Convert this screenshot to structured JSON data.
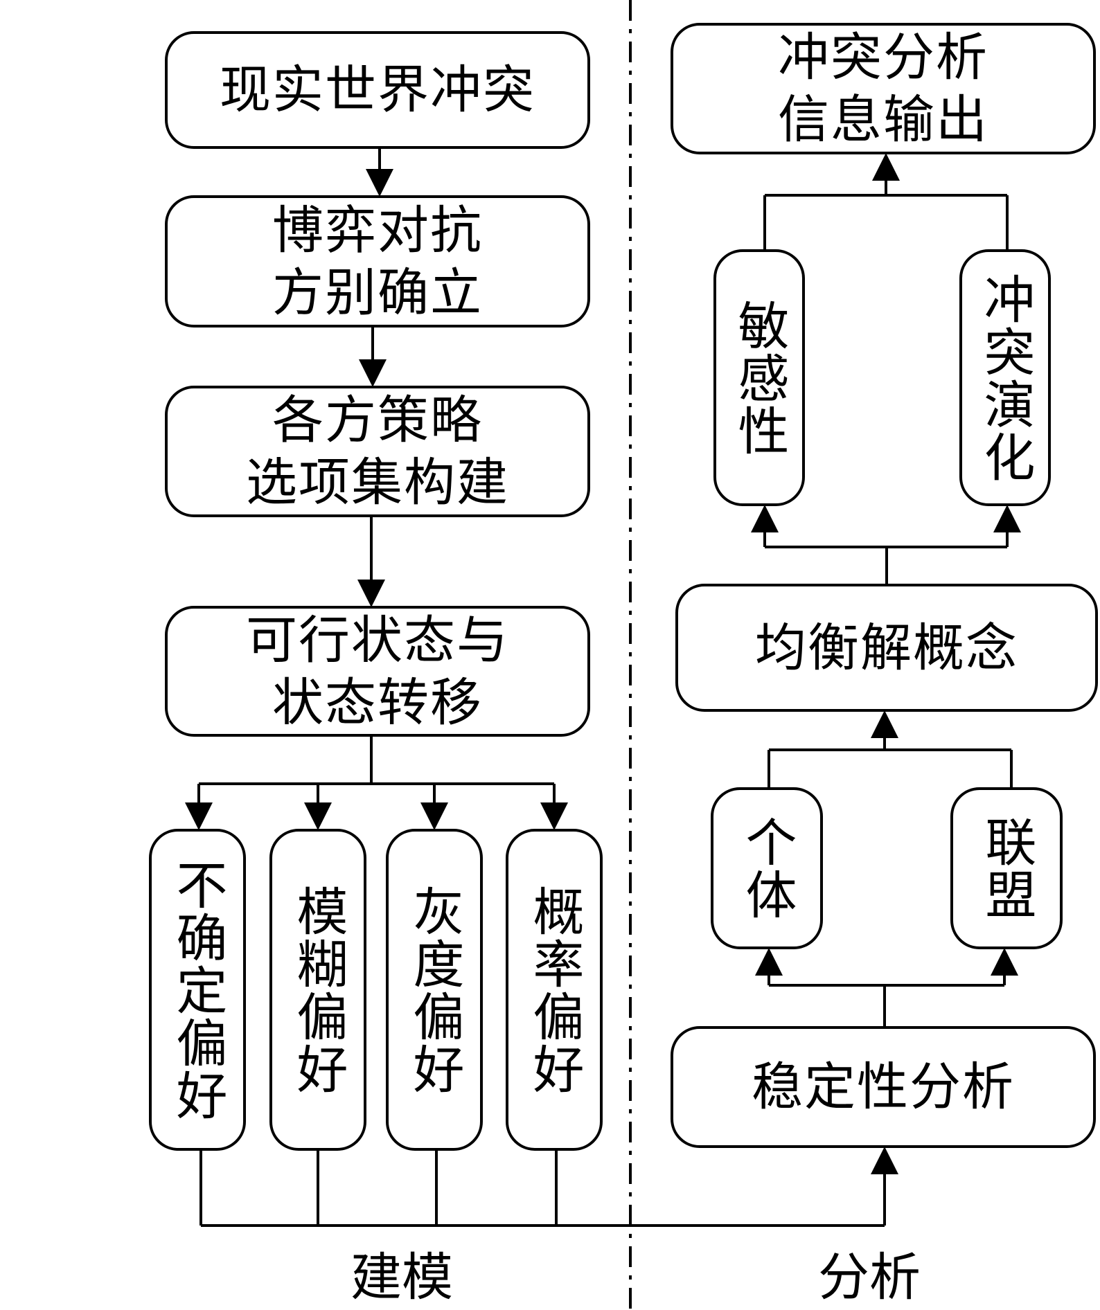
{
  "modeling": {
    "real_conflict": "现实世界冲突",
    "players": "博弈对抗\n方别确立",
    "strategies": "各方策略\n选项集构建",
    "states": "可行状态与\n状态转移",
    "pref_uncertain": "不确定偏好",
    "pref_fuzzy": "模糊偏好",
    "pref_grey": "灰度偏好",
    "pref_prob": "概率偏好",
    "label": "建模"
  },
  "analysis": {
    "output": "冲突分析\n信息输出",
    "sensitivity": "敏感性",
    "evolution": "冲突演化",
    "equilibrium": "均衡解概念",
    "individual": "个体",
    "coalition": "联盟",
    "stability": "稳定性分析",
    "label": "分析"
  }
}
